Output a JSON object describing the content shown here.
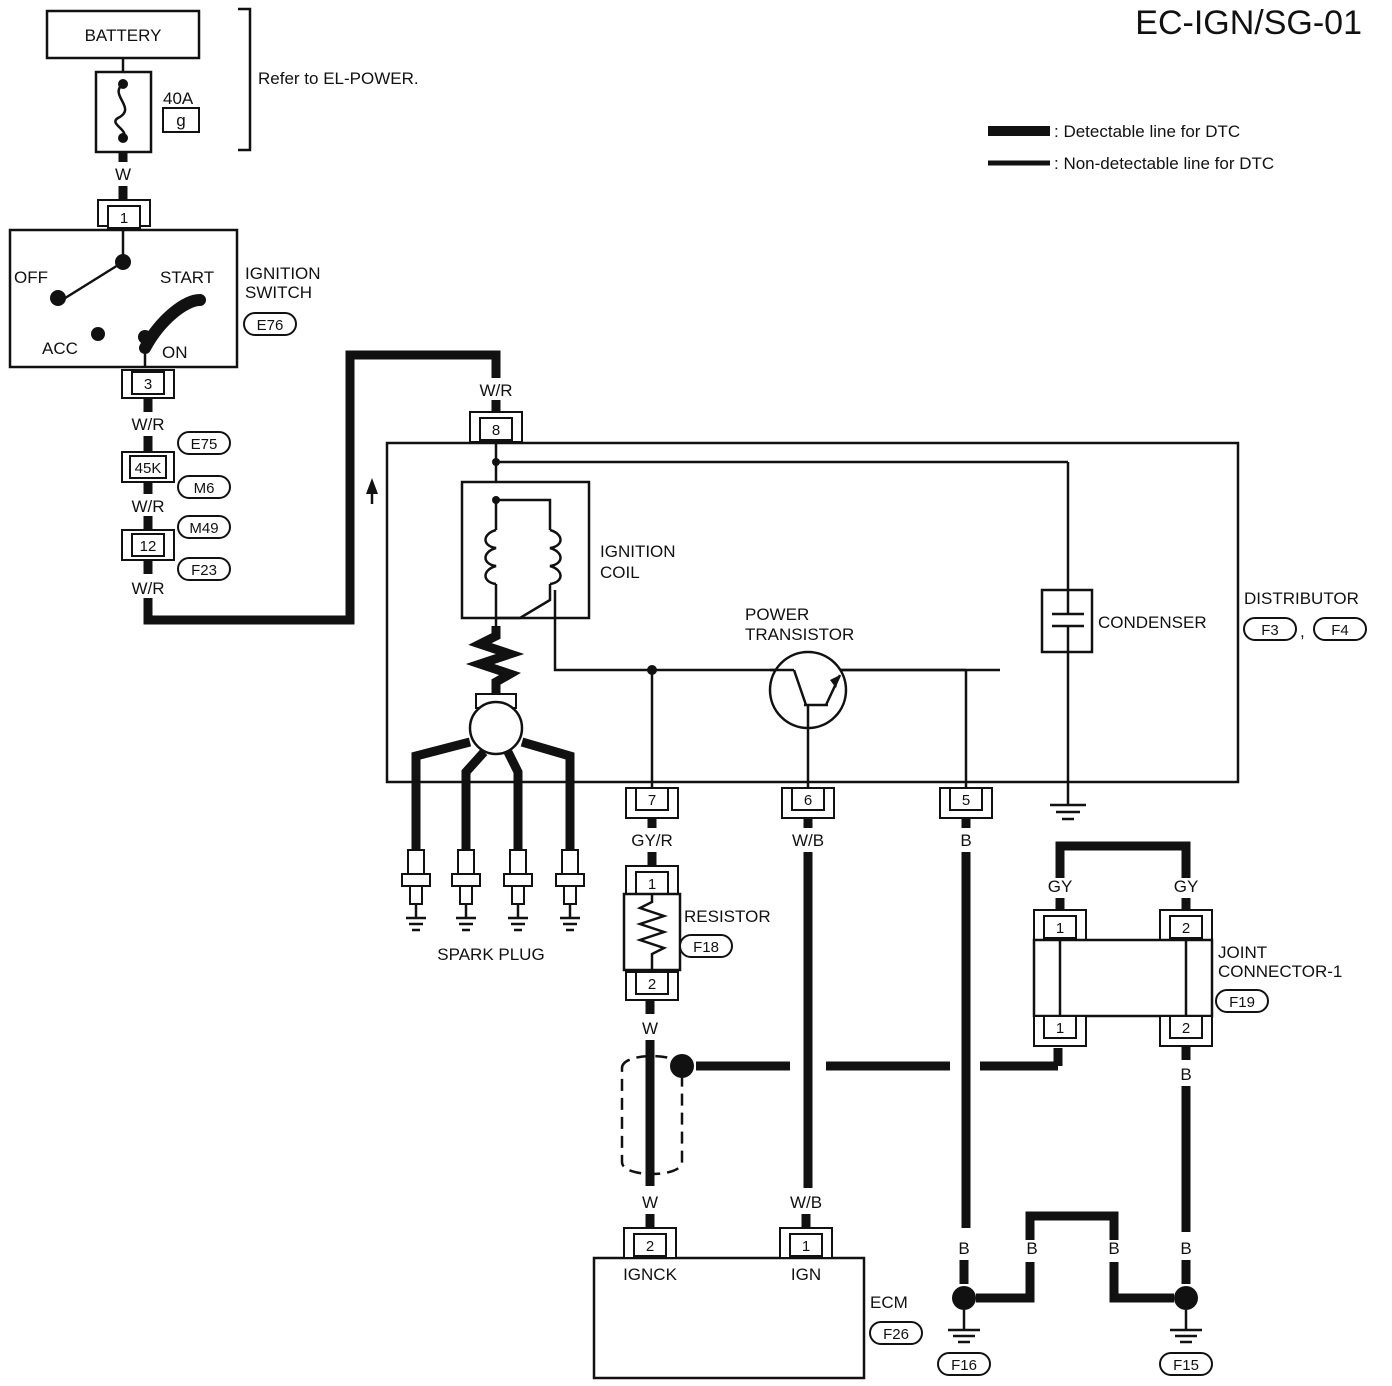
{
  "title": "EC-IGN/SG-01",
  "legend": {
    "detectable": ": Detectable line for DTC",
    "non_detectable": ": Non-detectable line for DTC"
  },
  "battery": {
    "label": "BATTERY",
    "fuse_amp": "40A",
    "fuse_id": "g",
    "refer": "Refer to EL-POWER."
  },
  "ignition_switch": {
    "label_1": "IGNITION",
    "label_2": "SWITCH",
    "connector": "E76",
    "pin_in": "1",
    "pin_out": "3",
    "pos_off": "OFF",
    "pos_acc": "ACC",
    "pos_on": "ON",
    "pos_start": "START"
  },
  "harness": {
    "connectors": [
      "E75",
      "M6",
      "M49",
      "F23"
    ],
    "pin_45k": "45K",
    "pin_12": "12"
  },
  "wires": {
    "w": "W",
    "wr": "W/R",
    "gyr": "GY/R",
    "wb": "W/B",
    "b": "B",
    "gy": "GY"
  },
  "distributor": {
    "label": "DISTRIBUTOR",
    "connector_1": "F3",
    "connector_2": "F4",
    "sep": ",",
    "pin_in": "8",
    "pin_7": "7",
    "pin_6": "6",
    "pin_5": "5",
    "ignition_coil_1": "IGNITION",
    "ignition_coil_2": "COIL",
    "power_transistor_1": "POWER",
    "power_transistor_2": "TRANSISTOR",
    "condenser": "CONDENSER",
    "spark_plug": "SPARK PLUG"
  },
  "resistor": {
    "label": "RESISTOR",
    "connector": "F18",
    "pin_1": "1",
    "pin_2": "2"
  },
  "joint_connector": {
    "label_1": "JOINT",
    "label_2": "CONNECTOR-1",
    "connector": "F19",
    "pin_1": "1",
    "pin_2": "2"
  },
  "ecm": {
    "label": "ECM",
    "connector": "F26",
    "pin_igncheck": "2",
    "pin_ign": "1",
    "igncheck": "IGNCK",
    "ign": "IGN"
  },
  "grounds": {
    "f16": "F16",
    "f15": "F15"
  }
}
